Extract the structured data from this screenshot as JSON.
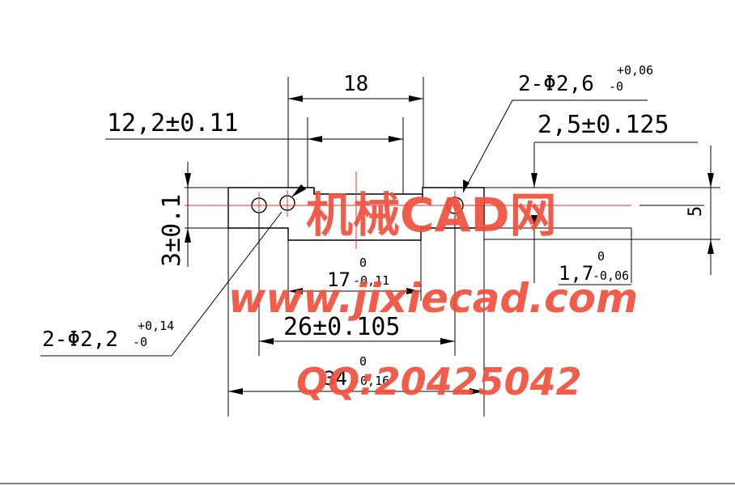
{
  "dimensions": {
    "d18": "18",
    "d12_2": "12,2±0.11",
    "hole_26_base": "2-Φ2,6",
    "hole_26_upper": "+0,06",
    "hole_26_lower": "-0",
    "d2_5": "2,5±0.125",
    "d3": "3±0.1",
    "d5": "5",
    "d17_base": "17",
    "d17_upper": "0",
    "d17_lower": "-0,11",
    "d1_7_base": "1,7",
    "d1_7_upper": "0",
    "d1_7_lower": "-0,06",
    "hole_22_base": "2-Φ2,2",
    "hole_22_upper": "+0,14",
    "hole_22_lower": "-0",
    "d26": "26±0.105",
    "d34_base": "34",
    "d34_upper": "0",
    "d34_lower": "-0,16"
  },
  "watermark": {
    "title": "机械CAD网",
    "url": "www.jixiecad.com",
    "qq": "QQ:20425042"
  },
  "colors": {
    "line": "#000000",
    "centerline": "#e8322a",
    "watermark": "#f0503c"
  }
}
